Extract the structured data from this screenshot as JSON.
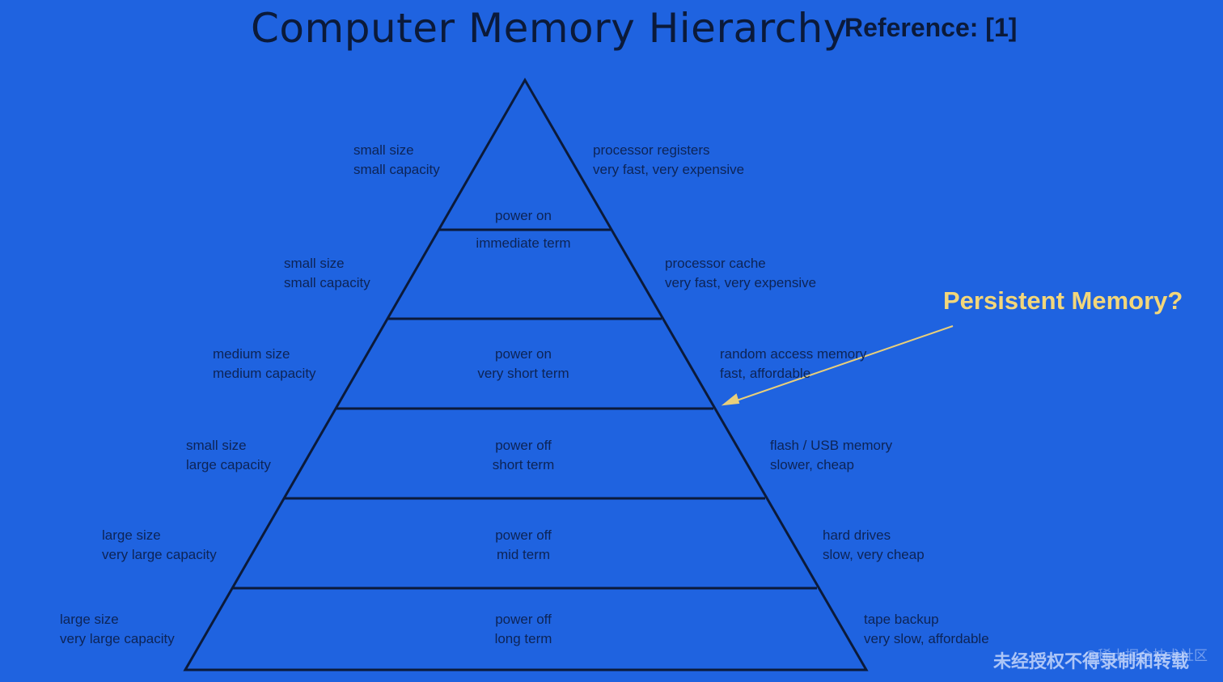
{
  "title": "Computer Memory Hierarchy",
  "reference": "Reference: [1]",
  "callout": "Persistent Memory?",
  "watermark": "未经授权不得录制和转载",
  "watermark_secondary": "@稀土掘金技术社区",
  "colors": {
    "background": "#1f63e0",
    "lines": "#0b1a3a",
    "text": "#0d2456",
    "callout": "#f3d77a"
  },
  "levels": [
    {
      "left": [
        "small size",
        "small capacity"
      ],
      "right": [
        "processor registers",
        "very fast, very expensive"
      ],
      "center": [
        "power on",
        ""
      ]
    },
    {
      "left": [
        "small size",
        "small capacity"
      ],
      "right": [
        "processor cache",
        "very fast, very expensive"
      ],
      "center": [
        "immediate term",
        ""
      ]
    },
    {
      "left": [
        "medium size",
        "medium capacity"
      ],
      "right": [
        "random access memory",
        "fast, affordable"
      ],
      "center": [
        "power on",
        "very short term"
      ]
    },
    {
      "left": [
        "small size",
        "large capacity"
      ],
      "right": [
        "flash / USB memory",
        "slower, cheap"
      ],
      "center": [
        "power off",
        "short term"
      ]
    },
    {
      "left": [
        "large size",
        "very large capacity"
      ],
      "right": [
        "hard drives",
        "slow, very cheap"
      ],
      "center": [
        "power off",
        "mid term"
      ]
    },
    {
      "left": [
        "large size",
        "very large capacity"
      ],
      "right": [
        "tape backup",
        "very slow, affordable"
      ],
      "center": [
        "power off",
        "long term"
      ]
    }
  ]
}
